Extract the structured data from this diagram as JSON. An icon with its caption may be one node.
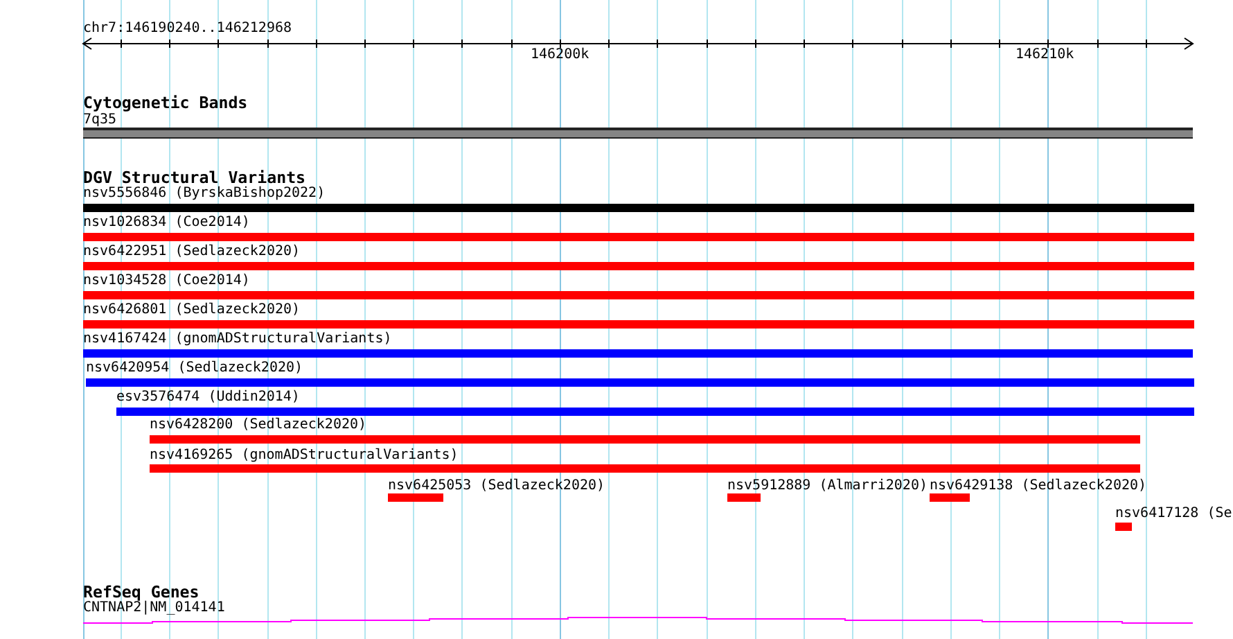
{
  "diagram": {
    "nodes": [
      {
        "text": [
          "7q35"
        ]
      },
      {
        "text": [
          "nsv5556846 (ByrskaBishop2022)"
        ]
      },
      {
        "text": [
          "nsv1026834 (Coe2014)"
        ]
      },
      {
        "text": [
          "nsv6422951 (Sedlazeck2020)"
        ]
      },
      {
        "text": [
          "nsv1034528 (Coe2014)"
        ]
      },
      {
        "text": [
          "nsv6426801 (Sedlazeck2020)"
        ]
      },
      {
        "text": [
          "nsv4167424 (gnomADStructuralVariants)"
        ]
      },
      {
        "text": [
          "nsv6420954 (Sedlazeck2020)"
        ]
      },
      {
        "text": [
          "esv3576474 (Uddin2014)"
        ]
      },
      {
        "text": [
          "nsv6428200 (Sedlazeck2020)"
        ]
      },
      {
        "text": [
          "nsv4169265 (gnomADStructuralVariants)"
        ]
      },
      {
        "text": [
          "nsv6425053 (Sedlazeck2020)"
        ]
      },
      {
        "text": [
          "nsv5912889 (Almarri2020)"
        ]
      },
      {
        "text": [
          "nsv6429138 (Sedlazeck2020)"
        ]
      },
      {
        "text": [
          "nsv6417128 (Se"
        ]
      },
      {
        "text": [
          "CNTNAP2|NM_014141"
        ]
      }
    ],
    "labels": [
      "chr7:146190240..146212968",
      "146200k",
      "146210k",
      "Cytogenetic Bands",
      "DGV Structural Variants",
      "RefSeq Genes"
    ]
  }
}
